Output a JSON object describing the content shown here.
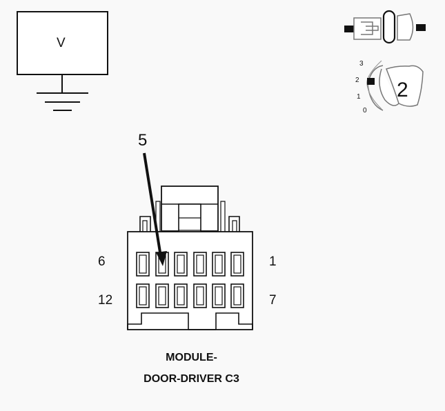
{
  "voltmeter": {
    "symbol": "V"
  },
  "ignition": {
    "positions": [
      "3",
      "2",
      "1",
      "0"
    ],
    "selected_position": "2"
  },
  "connector": {
    "callout_pin": "5",
    "pin_labels": {
      "top_left": "6",
      "top_right": "1",
      "bottom_left": "12",
      "bottom_right": "7"
    },
    "title_line1": "MODULE-",
    "title_line2": "DOOR-DRIVER C3"
  }
}
